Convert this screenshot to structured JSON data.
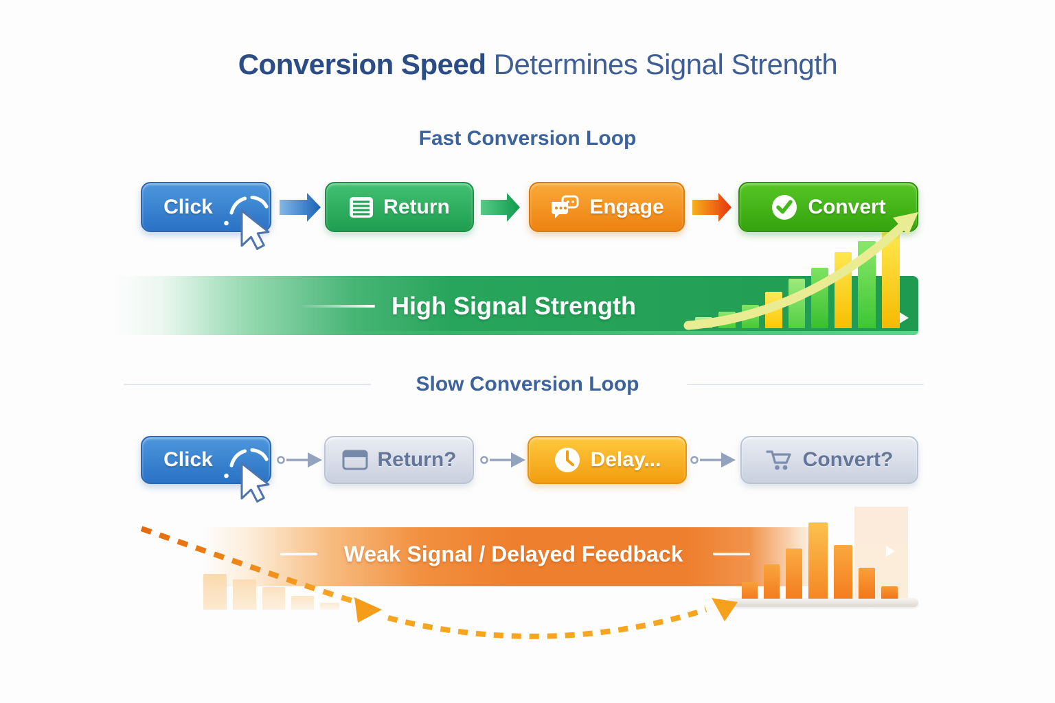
{
  "title": {
    "emphasis": "Conversion Speed",
    "rest": "Determines Signal Strength"
  },
  "fast_loop": {
    "heading": "Fast Conversion Loop",
    "steps": [
      {
        "label": "Click",
        "icon": "cursor-click-icon"
      },
      {
        "label": "Return",
        "icon": "list-icon"
      },
      {
        "label": "Engage",
        "icon": "chat-bubbles-icon"
      },
      {
        "label": "Convert",
        "icon": "check-circle-icon"
      }
    ],
    "banner": {
      "label": "High Signal Strength",
      "accent": "#27a45c"
    }
  },
  "slow_loop": {
    "heading": "Slow Conversion Loop",
    "steps": [
      {
        "label": "Click",
        "icon": "cursor-click-icon"
      },
      {
        "label": "Return?",
        "icon": "browser-window-icon"
      },
      {
        "label": "Delay...",
        "icon": "clock-icon"
      },
      {
        "label": "Convert?",
        "icon": "shopping-cart-icon"
      }
    ],
    "banner": {
      "label": "Weak Signal / Delayed Feedback",
      "accent": "#ee7f2e"
    }
  },
  "colors": {
    "title_emphasis": "#2c4c86",
    "title_rest": "#3e5e95",
    "click_blue": "#2e77c8",
    "return_green": "#27a85b",
    "engage_orange": "#f1901f",
    "convert_green": "#3fae14",
    "delay_amber": "#f6ab1f",
    "inactive_gray": "#d4dae5",
    "growth_arrow": "#e9ec93",
    "dotted_orange": "#ef8a1d"
  },
  "charts": {
    "rising_bars": {
      "type": "bar",
      "description": "ascending signal bars inside high-signal banner",
      "bars": [
        {
          "w": 25,
          "h": 16,
          "c1": "#b8f09b",
          "c2": "#6cd94f"
        },
        {
          "w": 25,
          "h": 24,
          "c1": "#8fe76f",
          "c2": "#49cc3b"
        },
        {
          "w": 25,
          "h": 34,
          "c1": "#86e468",
          "c2": "#43c837"
        },
        {
          "w": 25,
          "h": 53,
          "c1": "#ffe95d",
          "c2": "#fdc805"
        },
        {
          "w": 24,
          "h": 72,
          "c1": "#9dea7e",
          "c2": "#52cf43"
        },
        {
          "w": 25,
          "h": 88,
          "c1": "#7ee260",
          "c2": "#38bf30"
        },
        {
          "w": 25,
          "h": 111,
          "c1": "#ffe74f",
          "c2": "#f7bf00"
        },
        {
          "w": 26,
          "h": 127,
          "c1": "#8ae76a",
          "c2": "#3dc634"
        },
        {
          "w": 26,
          "h": 140,
          "c1": "#ffe84f",
          "c2": "#f5ba00"
        }
      ]
    },
    "declining_bars": {
      "type": "bar",
      "description": "faded descending bars under slow loop (left)",
      "bars": [
        {
          "w": 34,
          "h": 52,
          "c1": "#fad7a8",
          "c2": "#fce7cb"
        },
        {
          "w": 34,
          "h": 44,
          "c1": "#fadcb2",
          "c2": "#fcebd3"
        },
        {
          "w": 33,
          "h": 33,
          "c1": "#fbe0bb",
          "c2": "#fdeedd"
        },
        {
          "w": 33,
          "h": 20,
          "c1": "#fbe4c4",
          "c2": "#fdf2e4"
        },
        {
          "w": 28,
          "h": 10,
          "c1": "#fce9cd",
          "c2": "#fef5ea"
        }
      ]
    },
    "delayed_bars": {
      "type": "bar",
      "description": "orange rise-then-fall bars on platform (right)",
      "bars": [
        {
          "w": 23,
          "h": 24,
          "c1": "#f9a13a",
          "c2": "#f37a1d"
        },
        {
          "w": 23,
          "h": 50,
          "c1": "#f9a53e",
          "c2": "#f37c1e"
        },
        {
          "w": 24,
          "h": 73,
          "c1": "#faab42",
          "c2": "#f37d1f"
        },
        {
          "w": 28,
          "h": 111,
          "c1": "#fcc14e",
          "c2": "#f58623"
        },
        {
          "w": 27,
          "h": 78,
          "c1": "#faa840",
          "c2": "#f37c1e"
        },
        {
          "w": 24,
          "h": 45,
          "c1": "#f9a03a",
          "c2": "#f2771c"
        },
        {
          "w": 24,
          "h": 18,
          "c1": "#f89a35",
          "c2": "#f2741a"
        }
      ]
    }
  }
}
